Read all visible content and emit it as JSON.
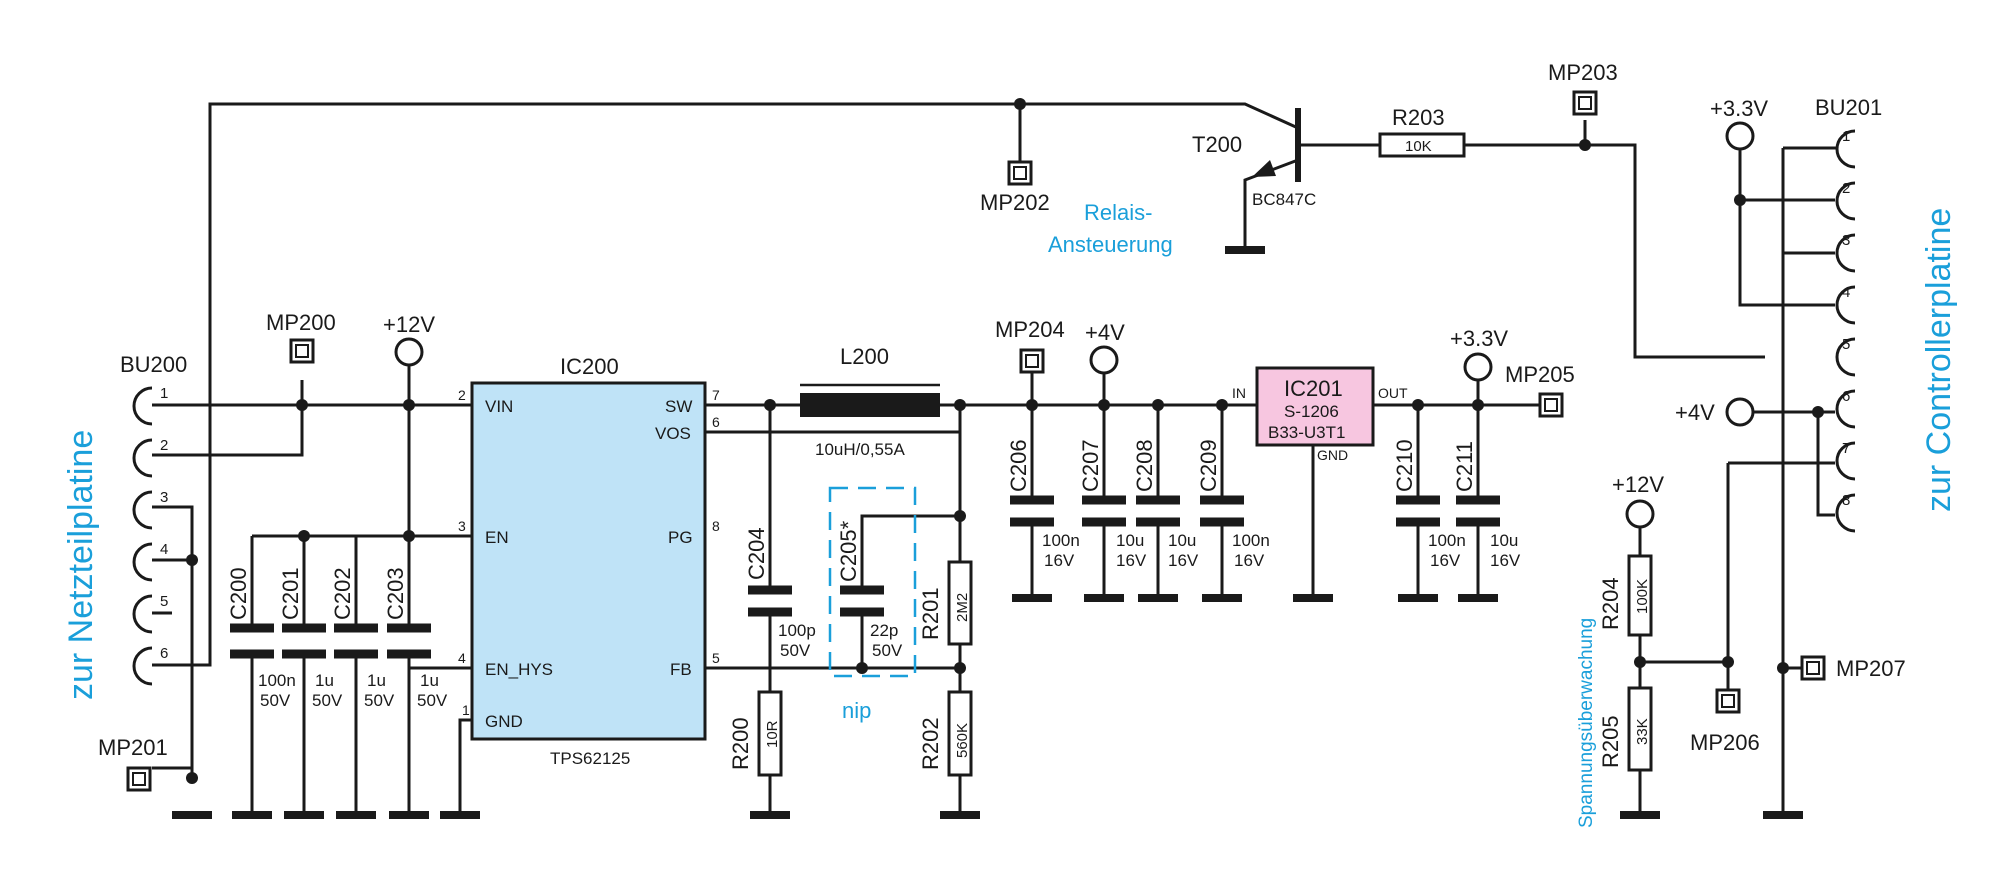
{
  "colors": {
    "wire": "#1a1a1a",
    "ic200_fill": "#bfe3f7",
    "ic201_fill": "#f7c6e0",
    "annotation": "#1a9fda"
  },
  "side_labels": {
    "left": "zur Netzteilplatine",
    "right": "zur Controllerplatine",
    "voltage_monitor": "Spannungsüberwachung"
  },
  "annotations": {
    "relay_line1": "Relais-",
    "relay_line2": "Ansteuerung",
    "nip": "nip"
  },
  "connectors": {
    "bu200": {
      "name": "BU200",
      "pins": [
        "1",
        "2",
        "3",
        "4",
        "5",
        "6"
      ]
    },
    "bu201": {
      "name": "BU201",
      "pins": [
        "1",
        "2",
        "3",
        "4",
        "5",
        "6",
        "7",
        "8"
      ]
    }
  },
  "test_points": {
    "mp200": "MP200",
    "mp201": "MP201",
    "mp202": "MP202",
    "mp203": "MP203",
    "mp204": "MP204",
    "mp205": "MP205",
    "mp206": "MP206",
    "mp207": "MP207"
  },
  "rails": {
    "v12a": "+12V",
    "v4a": "+4V",
    "v33a": "+3.3V",
    "v33b": "+3.3V",
    "v4b": "+4V",
    "v12b": "+12V"
  },
  "ic200": {
    "name": "IC200",
    "part": "TPS62125",
    "pins": {
      "vin": "VIN",
      "en": "EN",
      "en_hys": "EN_HYS",
      "gnd": "GND",
      "sw": "SW",
      "vos": "VOS",
      "pg": "PG",
      "fb": "FB"
    },
    "pin_numbers": {
      "vin": "2",
      "en": "3",
      "en_hys": "4",
      "gnd": "1",
      "sw": "7",
      "vos": "6",
      "pg": "8",
      "fb": "5"
    }
  },
  "ic201": {
    "name": "IC201",
    "line2": "S-1206",
    "line3": "B33-U3T1",
    "pin_in": "IN",
    "pin_out": "OUT",
    "pin_gnd": "GND"
  },
  "transistor": {
    "name": "T200",
    "part": "BC847C"
  },
  "inductor": {
    "name": "L200",
    "value": "10uH/0,55A"
  },
  "resistors": {
    "r200": {
      "name": "R200",
      "value": "10R"
    },
    "r201": {
      "name": "R201",
      "value": "2M2"
    },
    "r202": {
      "name": "R202",
      "value": "560K"
    },
    "r203": {
      "name": "R203",
      "value": "10K"
    },
    "r204": {
      "name": "R204",
      "value": "100K"
    },
    "r205": {
      "name": "R205",
      "value": "33K"
    }
  },
  "capacitors": {
    "c200": {
      "name": "C200",
      "value": "100n",
      "voltage": "50V"
    },
    "c201": {
      "name": "C201",
      "value": "1u",
      "voltage": "50V"
    },
    "c202": {
      "name": "C202",
      "value": "1u",
      "voltage": "50V"
    },
    "c203": {
      "name": "C203",
      "value": "1u",
      "voltage": "50V"
    },
    "c204": {
      "name": "C204",
      "value": "100p",
      "voltage": "50V"
    },
    "c205": {
      "name": "C205*",
      "value": "22p",
      "voltage": "50V"
    },
    "c206": {
      "name": "C206",
      "value": "100n",
      "voltage": "16V"
    },
    "c207": {
      "name": "C207",
      "value": "10u",
      "voltage": "16V"
    },
    "c208": {
      "name": "C208",
      "value": "10u",
      "voltage": "16V"
    },
    "c209": {
      "name": "C209",
      "value": "100n",
      "voltage": "16V"
    },
    "c210": {
      "name": "C210",
      "value": "100n",
      "voltage": "16V"
    },
    "c211": {
      "name": "C211",
      "value": "10u",
      "voltage": "16V"
    }
  }
}
